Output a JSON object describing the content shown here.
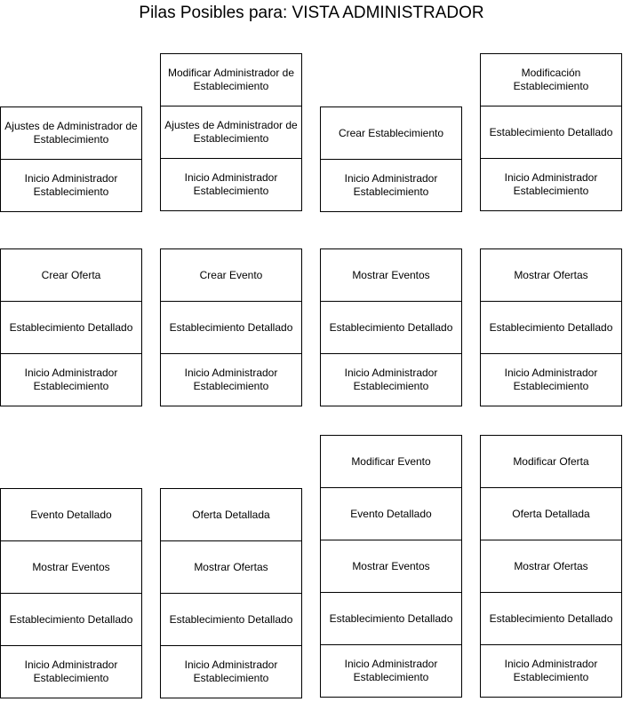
{
  "title": "Pilas Posibles para: VISTA ADMINISTRADOR",
  "stacks": [
    [
      "Ajustes de Administrador de Establecimiento",
      "Inicio Administrador Establecimiento"
    ],
    [
      "Modificar Administrador de Establecimiento",
      "Ajustes de Administrador de Establecimiento",
      "Inicio Administrador Establecimiento"
    ],
    [
      "Crear Establecimiento",
      "Inicio Administrador Establecimiento"
    ],
    [
      "Modificación Establecimiento",
      "Establecimiento Detallado",
      "Inicio Administrador Establecimiento"
    ],
    [
      "Crear Oferta",
      "Establecimiento Detallado",
      "Inicio Administrador Establecimiento"
    ],
    [
      "Crear Evento",
      "Establecimiento Detallado",
      "Inicio Administrador Establecimiento"
    ],
    [
      "Mostrar Eventos",
      "Establecimiento Detallado",
      "Inicio Administrador Establecimiento"
    ],
    [
      "Mostrar Ofertas",
      "Establecimiento Detallado",
      "Inicio Administrador Establecimiento"
    ],
    [
      "Evento Detallado",
      "Mostrar Eventos",
      "Establecimiento Detallado",
      "Inicio Administrador Establecimiento"
    ],
    [
      "Oferta Detallada",
      "Mostrar Ofertas",
      "Establecimiento Detallado",
      "Inicio Administrador Establecimiento"
    ],
    [
      "Modificar Evento",
      "Evento Detallado",
      "Mostrar Eventos",
      "Establecimiento Detallado",
      "Inicio Administrador Establecimiento"
    ],
    [
      "Modificar Oferta",
      "Oferta Detallada",
      "Mostrar Ofertas",
      "Establecimiento Detallado",
      "Inicio Administrador Establecimiento"
    ]
  ]
}
